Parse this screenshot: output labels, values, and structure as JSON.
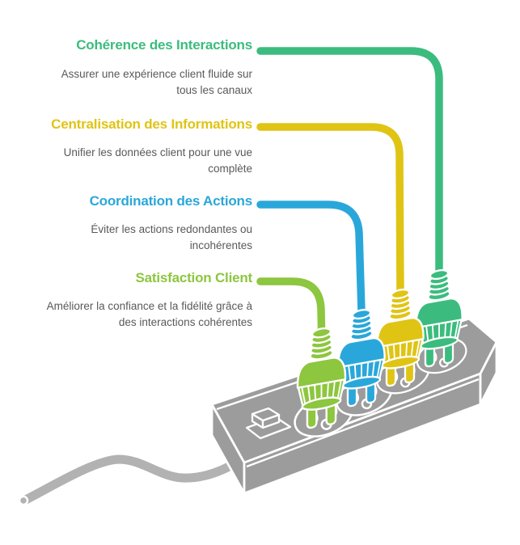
{
  "background_color": "#ffffff",
  "text_color": "#58595b",
  "outline_color": "#ffffff",
  "items": [
    {
      "title": "Cohérence des Interactions",
      "description_lines": [
        "Assurer une expérience client fluide sur",
        "tous les canaux"
      ],
      "color": "#3bbc7e"
    },
    {
      "title": "Centralisation des Informations",
      "description_lines": [
        "Unifier les données client pour une vue",
        "complète"
      ],
      "color": "#e0c414"
    },
    {
      "title": "Coordination des Actions",
      "description_lines": [
        "Éviter les actions redondantes ou",
        "incohérentes"
      ],
      "color": "#2aa7da"
    },
    {
      "title": "Satisfaction Client",
      "description_lines": [
        "Améliorer la confiance et la fidélité grâce à",
        "des interactions cohérentes"
      ],
      "color": "#8dc63f"
    }
  ],
  "illustration": {
    "type": "power-strip-with-plugs",
    "strip_color": "#9c9c9c",
    "cord_color": "#b2b2b2"
  }
}
